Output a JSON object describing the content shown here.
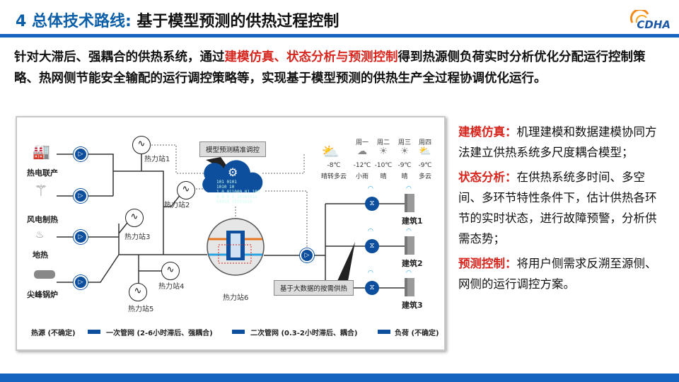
{
  "header": {
    "title_num": "4 总体技术路线:",
    "title_sub": " 基于模型预测的供热过程控制",
    "logo": "CDHA"
  },
  "intro": {
    "part1": "针对大滞后、强耦合的供热系统，通过",
    "highlight": "建模仿真、状态分析与预测控制",
    "part2": "得到热源侧负荷实时分析优化分配运行控制策略、热网侧节能安全输配的运行调控策略等，实现基于模型预测的供热生产全过程协调优化运行。"
  },
  "diagram": {
    "sources": [
      "热电联产",
      "风电制热",
      "地热",
      "尖峰锅炉"
    ],
    "stations": [
      "热力站1",
      "热力站2",
      "热力站3",
      "热力站4",
      "热力站5",
      "热力站6"
    ],
    "model_box": "模型预测精准调控",
    "cloud_binary": [
      "101  0101",
      "1010 10",
      "1 0 011000 01 100",
      "0 0 0 1 10101011",
      "01010 10101010"
    ],
    "bigdata_box": "基于大数据的按需供热",
    "buildings": [
      "建筑1",
      "建筑2",
      "建筑3"
    ],
    "weather_today": {
      "temp": "-8℃",
      "desc": "晴转多云"
    },
    "weather_days": [
      {
        "day": "周一",
        "temp": "-12℃",
        "desc": "小雨"
      },
      {
        "day": "周二",
        "temp": "-10℃",
        "desc": "晴"
      },
      {
        "day": "周三",
        "temp": "-9℃",
        "desc": "晴"
      },
      {
        "day": "周四",
        "temp": "-9℃",
        "desc": "多云"
      }
    ],
    "legend": {
      "source": "热源 (不确定)",
      "primary": "一次管网 (2-6小时滞后、强耦合)",
      "secondary": "二次管网 (0.3-2小时滞后、耦合)",
      "load": "负荷 (不确定)"
    }
  },
  "right": [
    {
      "key": "建模仿真：",
      "text": "机理建模和数据建模协同方法建立供热系统多尺度耦合模型；"
    },
    {
      "key": "状态分析：",
      "text": "在供热系统多时间、多空间、多环节特性条件下，估计供热各环节的实时状态，进行故障预警，分析供需态势；"
    },
    {
      "key": "预测控制：",
      "text": "将用户侧需求反溯至源侧、网侧的运行调控方案。"
    }
  ],
  "colors": {
    "accent": "#0b5fa8",
    "highlight": "#d7261e",
    "pump": "#0d4f9c"
  }
}
